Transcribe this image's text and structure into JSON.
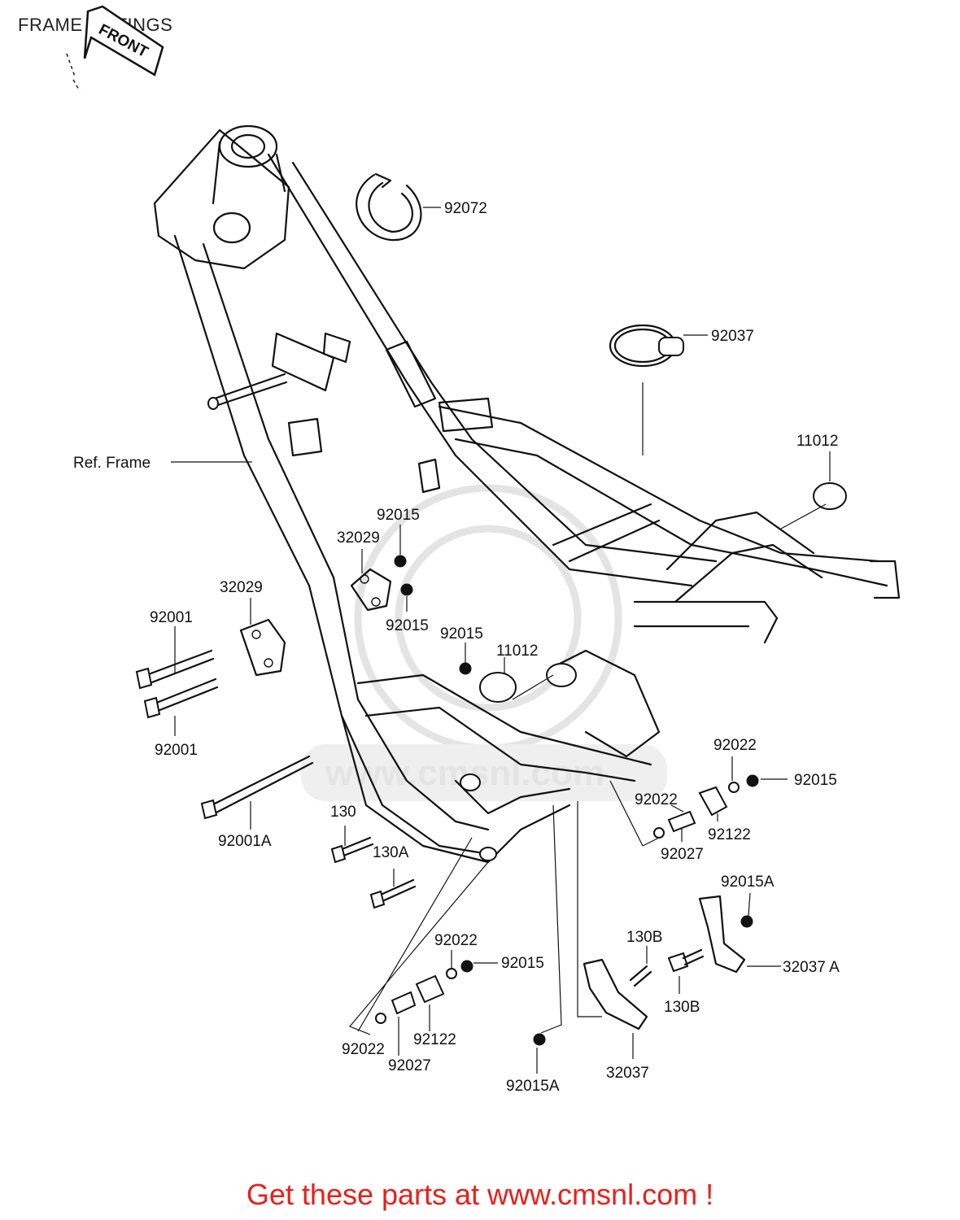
{
  "title": "FRAME FITTINGS",
  "front_label": "FRONT",
  "ref_frame_label": "Ref. Frame",
  "footer": "Get these parts at www.cmsnl.com !",
  "watermark": "www.cmsnl.com",
  "colors": {
    "footer_text": "#e8201c",
    "line": "#111111",
    "watermark": "#e4e4e4"
  },
  "callouts": {
    "c92072": "92072",
    "c92037": "92037",
    "c11012_top": "11012",
    "c92015_a": "92015",
    "c32029_a": "32029",
    "c32029_b": "32029",
    "c92001_top": "92001",
    "c92015_b": "92015",
    "c92015_c": "92015",
    "c11012_mid": "11012",
    "c92001_bottom": "92001",
    "c92022_r1": "92022",
    "c92015_r1": "92015",
    "c92022_r2": "92022",
    "c92122_r": "92122",
    "c92027_r": "92027",
    "c130": "130",
    "c92001A": "92001A",
    "c130A": "130A",
    "c92015A_r": "92015A",
    "c130B_top": "130B",
    "c32037A": "32037 A",
    "c130B_bottom": "130B",
    "c92022_l1": "92022",
    "c92015_l1": "92015",
    "c92122_l": "92122",
    "c92022_l2": "92022",
    "c92027_l": "92027",
    "c92015A_bottom": "92015A",
    "c32037": "32037"
  }
}
